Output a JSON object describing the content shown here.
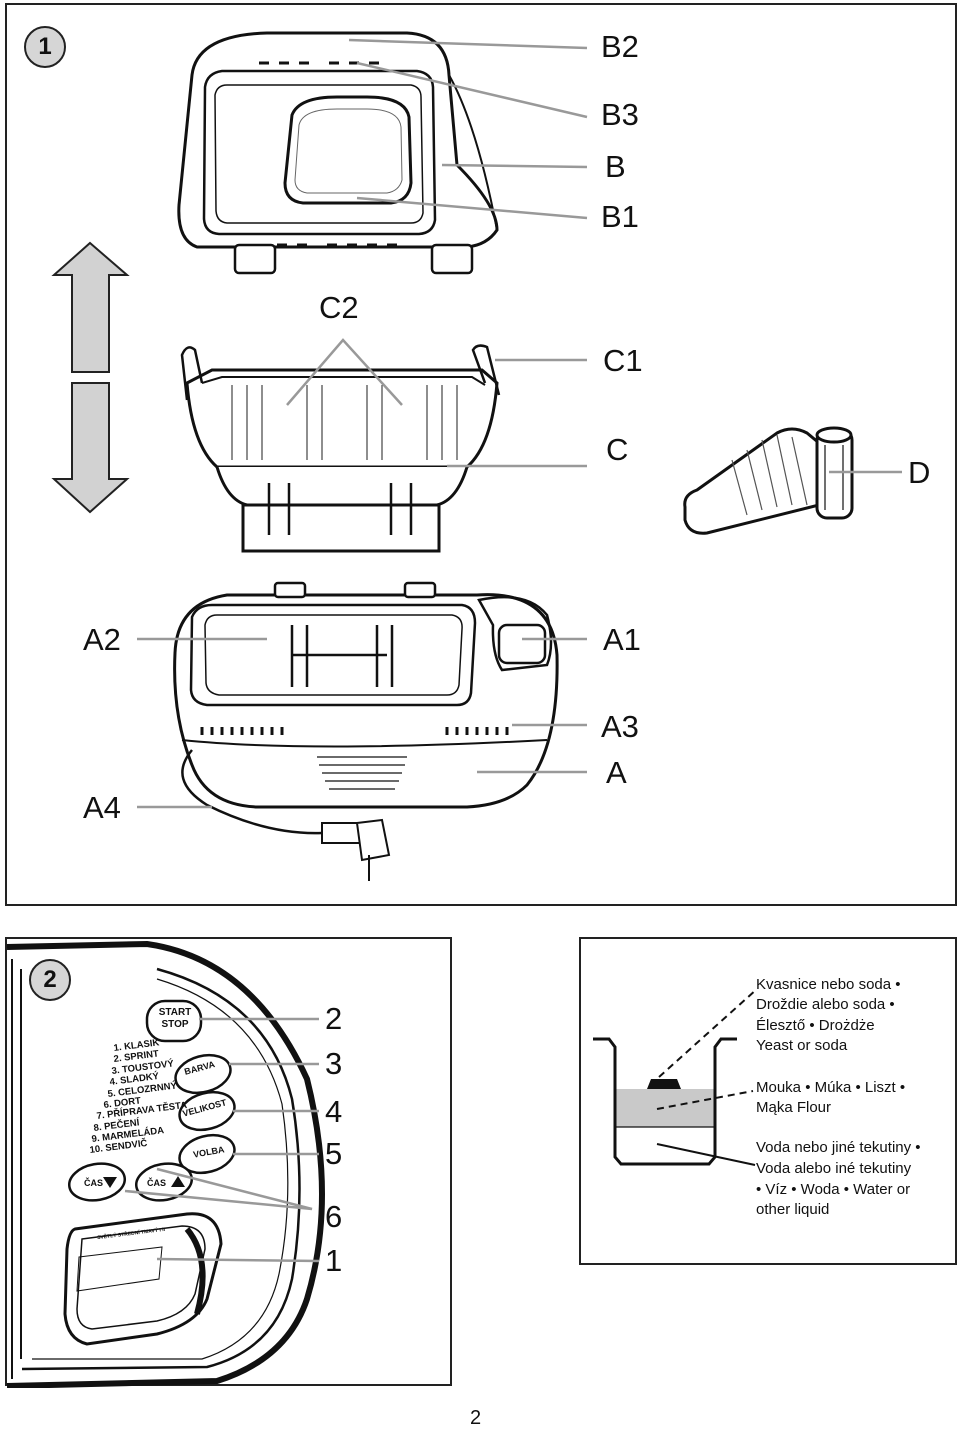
{
  "figure1": {
    "number": "1",
    "labels": {
      "B2": "B2",
      "B3": "B3",
      "B": "B",
      "B1": "B1",
      "C2": "C2",
      "C1": "C1",
      "C": "C",
      "D": "D",
      "A2": "A2",
      "A1": "A1",
      "A3": "A3",
      "A": "A",
      "A4": "A4"
    }
  },
  "figure2": {
    "number": "2",
    "callouts": [
      "2",
      "3",
      "4",
      "5",
      "6",
      "1"
    ],
    "buttons": {
      "start": "START",
      "stop": "STOP",
      "barva": "BARVA",
      "velikost": "VELIKOST",
      "volba": "VOLBA",
      "cas_down": "ČAS",
      "cas_up": "ČAS"
    },
    "menu": [
      "1. KLASIK",
      "2. SPRINT",
      "3. TOUSTOVÝ",
      "4. SLADKÝ",
      "5. CELOZRNNÝ",
      "6. DORT",
      "7. PŘÍPRAVA TĚSTA",
      "8. PEČENÍ",
      "9. MARMELÁDA",
      "10. SENDVIČ"
    ],
    "display_text": "SVĚTLÝ  STŘEDNÍ  TMAVÝ     I    II"
  },
  "figure3": {
    "yeast_lines": [
      "Kvasnice nebo soda •",
      "Droždie alebo soda •",
      "Élesztő • Drożdże",
      "Yeast or soda"
    ],
    "flour_lines": [
      "Mouka • Múka • Liszt •",
      "Mąka Flour"
    ],
    "water_lines": [
      "Voda nebo jiné tekutiny •",
      "Voda alebo iné tekutiny",
      "• Víz • Woda • Water or",
      "other liquid"
    ]
  },
  "page_number": "2"
}
